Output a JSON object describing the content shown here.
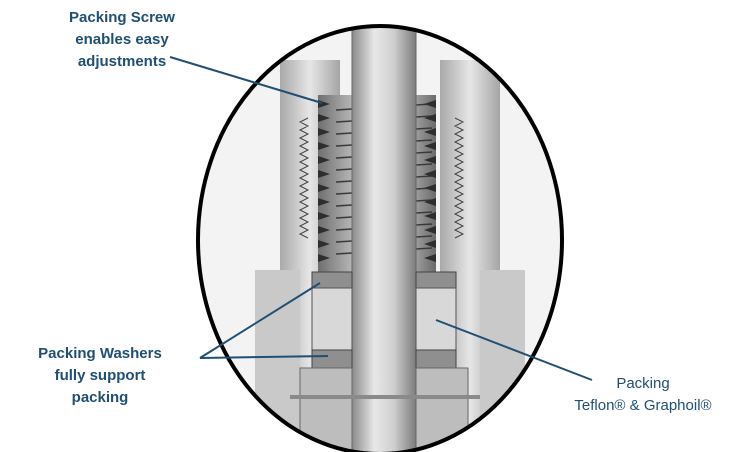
{
  "labels": {
    "packing_screw": [
      "Packing Screw",
      "enables easy",
      "adjustments"
    ],
    "packing_washers": [
      "Packing Washers",
      "fully support",
      "packing"
    ],
    "packing": [
      "Packing",
      "Teflon® & Graphoil®"
    ]
  },
  "colors": {
    "label_text": "#1f4f73",
    "leader_line": "#1f4f73",
    "ellipse_outline": "#000000",
    "metal_light": "#d9d9d9",
    "metal_dark": "#7a7a7a"
  }
}
